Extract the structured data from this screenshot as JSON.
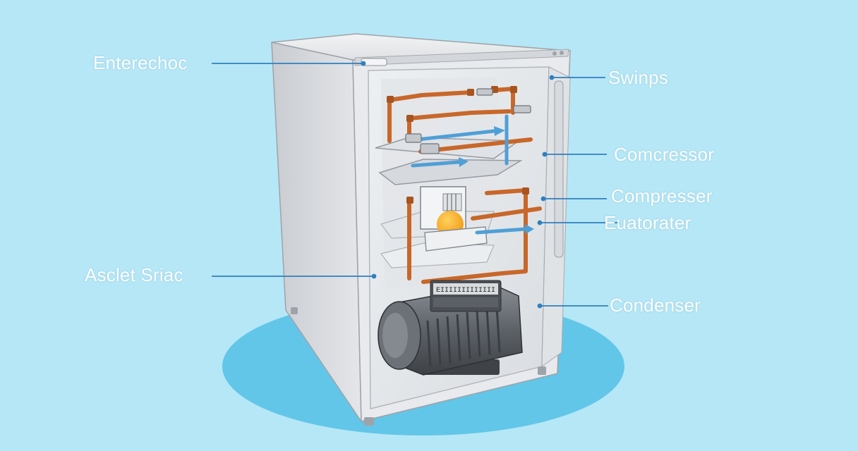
{
  "labels": {
    "enterechoc": "Enterechoc",
    "asclet_sriac": "Asclet Sriac",
    "swinps": "Swinps",
    "comcressor": "Comcressor",
    "compresser": "Compresser",
    "euatorater": "Euatorater",
    "condenser": "Condenser"
  },
  "motor_plate_text": "EIIIIIIIIIIIII",
  "colors": {
    "background": "#b6e7f6",
    "floor_ellipse": "#62c6e8",
    "cabinet": "#dcdfe3",
    "copper_pipe": "#c8672a",
    "blue_pipe": "#4f9fd6",
    "motor": "#5c6066",
    "leader_line": "#2f7fbf",
    "label_text": "#ffffff"
  }
}
